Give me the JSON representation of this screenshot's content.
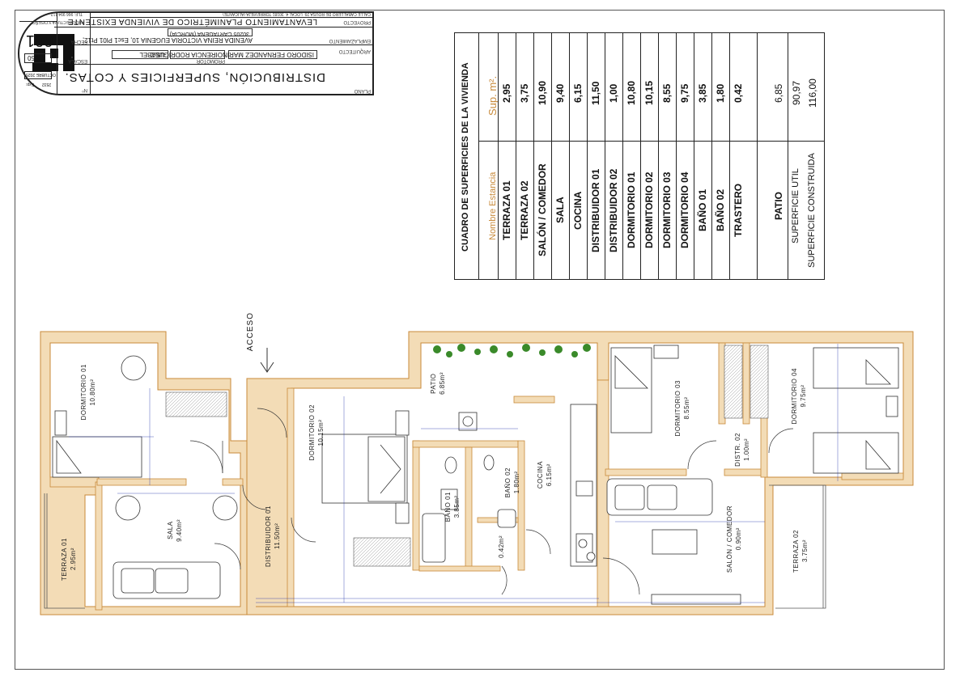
{
  "title_block": {
    "office_caption": "ARQUITECTURA Y DISEÑO",
    "plan_label": "PLANO",
    "plan_title": "DISTRIBUCIÓN, SUPERFICIES Y COTAS.",
    "project_label": "PROYECTO",
    "project_title": "LEVANTAMIENTO PLANIMÉTRICO DE VIVIENDA EXISTENTE",
    "location_label": "EMPLAZAMIENTO",
    "location_line1": "AVENIDA REINA VICTORIA EUGENIA 10, Esc1 Pl01 Pt12,",
    "location_line2": "30205 CARTAGENA (MURCIA)",
    "architect_label": "ARQUITECTO",
    "architect": "ISIDORO FERNANDEZ MARIN",
    "owner_label": "PROMOTOR",
    "owner_a": "OIRENCIA RODRIGUEZ",
    "owner_b": "USABEL",
    "address_strip": "CALLE CABALLERO DE ROUSA 29, LOCAL 4, 30181 TORREVIEJA (ALICANTE)",
    "phone_strip": "TLF: 966 994 112",
    "scale_label": "ESCALA",
    "scale": "1/50",
    "date_label": "FECHA",
    "date": "OCTUBRE 2025",
    "exp_label": "Exp:",
    "exp": "2532",
    "number_label": "Nº",
    "number": "001"
  },
  "surface_table": {
    "title": "CUADRO DE SUPERFICIES DE LA VIVIENDA",
    "col_name": "Nombre Estancia",
    "col_area": "Sup. m².",
    "rows": [
      {
        "name": "TERRAZA 01",
        "area": "2,95"
      },
      {
        "name": "TERRAZA 02",
        "area": "3,75"
      },
      {
        "name": "SALÓN / COMEDOR",
        "area": "10,90"
      },
      {
        "name": "SALA",
        "area": "9,40"
      },
      {
        "name": "COCINA",
        "area": "6,15"
      },
      {
        "name": "DISTRIBUIDOR 01",
        "area": "11,50"
      },
      {
        "name": "DISTRIBUIDOR 02",
        "area": "1,00"
      },
      {
        "name": "DORMITORIO 01",
        "area": "10,80"
      },
      {
        "name": "DORMITORIO 02",
        "area": "10,15"
      },
      {
        "name": "DORMITORIO 03",
        "area": "8,55"
      },
      {
        "name": "DORMITORIO 04",
        "area": "9,75"
      },
      {
        "name": "BAÑO 01",
        "area": "3,85"
      },
      {
        "name": "BAÑO 02",
        "area": "1,80"
      },
      {
        "name": "TRASTERO",
        "area": "0,42"
      }
    ],
    "patio": {
      "name": "PATIO",
      "area": "6,85"
    },
    "util": {
      "name": "SUPERFICIE UTIL",
      "area": "90,97"
    },
    "built": {
      "name": "SUPERFICIE CONSTRUIDA",
      "area": "116,00"
    }
  },
  "plan": {
    "acceso": "ACCESO",
    "rooms": {
      "dorm01": "DORMITORIO 01\n10.80m²",
      "sala": "SALA\n9.40m²",
      "terraza01": "TERRAZA 01\n2.95m²",
      "distrib01": "DISTRIBUIDOR 01\n11.50m²",
      "dorm02": "DORMITORIO 02\n10.15m²",
      "patio": "PATIO\n6.85m²",
      "bano01": "BAÑO 01\n3.85m²",
      "bano02": "BAÑO 02\n1.80m²",
      "trastero": "0.42m²",
      "cocina": "COCINA\n6.15m²",
      "dorm03": "DORMITORIO 03\n8.55m²",
      "distr02": "DISTR. 02\n1.00m²",
      "salon": "SALÓN / COMEDOR\n0.90m²",
      "dorm04": "DORMITORIO 04\n9.75m²",
      "terraza02": "TERRAZA 02\n3.75m²"
    },
    "colors": {
      "wall": "#f3dcb6",
      "wall_stroke": "#c88a3a",
      "dim": "#2233aa",
      "plant": "#3a8a2a"
    }
  }
}
